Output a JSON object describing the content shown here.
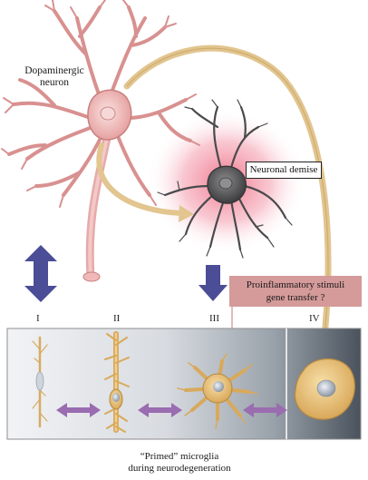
{
  "labels": {
    "neuron_line1": "Dopaminergic",
    "neuron_line2": "neuron",
    "demise": "Neuronal demise",
    "stimuli_line1": "Proinflammatory stimuli",
    "stimuli_line2": "gene transfer ?",
    "caption_line1": "“Primed” microglia",
    "caption_line2": "during neurodegeneration"
  },
  "stages": [
    "I",
    "II",
    "III",
    "IV"
  ],
  "colors": {
    "neuron_body": "#e8a9a8",
    "neuron_outline": "#b97a78",
    "dying_neuron": "#5a5a5c",
    "inflammation_glow": "#ef6e86",
    "pathway_arrow": "#e2c58f",
    "blue_arrow": "#4b4d96",
    "purple_arrow": "#9a6cb0",
    "microglia": "#e9c177",
    "microglia_outline": "#b58a3f",
    "stimuli_box": "#d59a9a",
    "panel_light": "#eceef1",
    "panel_dark": "#4d5560"
  }
}
